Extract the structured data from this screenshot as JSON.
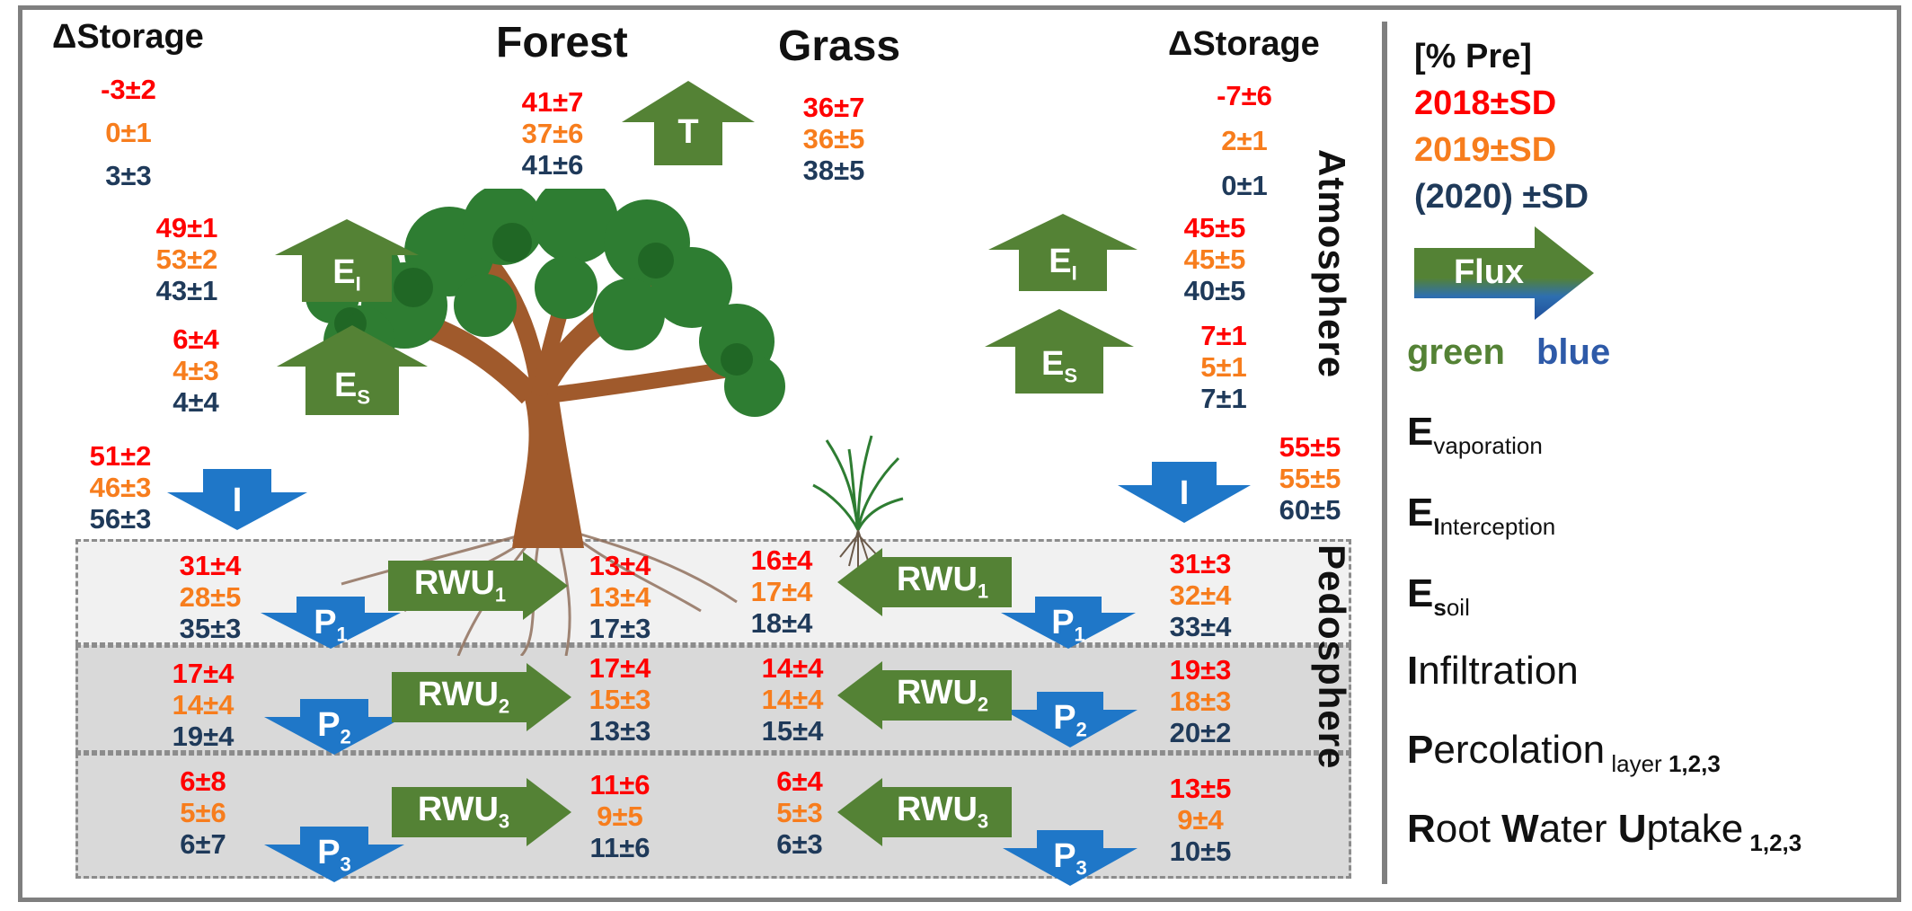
{
  "headers": {
    "storage_left": "ΔStorage",
    "forest": "Forest",
    "grass": "Grass",
    "storage_right": "ΔStorage",
    "atmosphere": "Atmosphere",
    "pedosphere": "Pedosphere"
  },
  "colors": {
    "y2018": "#ff0000",
    "y2019": "#f77d1d",
    "y2020": "#1f3a5a",
    "green": "#548235",
    "blue": "#1f77c8",
    "gray": "#7f7f7f"
  },
  "storage_left": [
    "-3±2",
    "0±1",
    "3±3"
  ],
  "storage_right": [
    "-7±6",
    "2±1",
    "0±1"
  ],
  "t_forest": [
    "41±7",
    "37±6",
    "41±6"
  ],
  "t_grass": [
    "36±7",
    "36±5",
    "38±5"
  ],
  "ei_forest": [
    "49±1",
    "53±2",
    "43±1"
  ],
  "ei_grass": [
    "45±5",
    "45±5",
    "40±5"
  ],
  "es_forest": [
    "6±4",
    "4±3",
    "4±4"
  ],
  "es_grass": [
    "7±1",
    "5±1",
    "7±1"
  ],
  "i_forest": [
    "51±2",
    "46±3",
    "56±3"
  ],
  "i_grass": [
    "55±5",
    "55±5",
    "60±5"
  ],
  "p1_forest": [
    "31±4",
    "28±5",
    "35±3"
  ],
  "p2_forest": [
    "17±4",
    "14±4",
    "19±4"
  ],
  "p3_forest": [
    "6±8",
    "5±6",
    "6±7"
  ],
  "rwu1_forest": [
    "13±4",
    "13±4",
    "17±3"
  ],
  "rwu2_forest": [
    "17±4",
    "15±3",
    "13±3"
  ],
  "rwu3_forest": [
    "11±6",
    "9±5",
    "11±6"
  ],
  "rwu1_grass": [
    "16±4",
    "17±4",
    "18±4"
  ],
  "rwu2_grass": [
    "14±4",
    "14±4",
    "15±4"
  ],
  "rwu3_grass": [
    "6±4",
    "5±3",
    "6±3"
  ],
  "p1_grass": [
    "31±3",
    "32±4",
    "33±4"
  ],
  "p2_grass": [
    "19±3",
    "18±3",
    "20±2"
  ],
  "p3_grass": [
    "13±5",
    "9±4",
    "10±5"
  ],
  "arrow_labels": {
    "t": "T",
    "e": "E",
    "ei_sub": "I",
    "es_sub": "S",
    "i": "I",
    "p": "P",
    "rwu": "RWU",
    "sub1": "1",
    "sub2": "2",
    "sub3": "3",
    "flux": "Flux"
  },
  "legend": {
    "unit": "[% Pre]",
    "y2018": "2018±SD",
    "y2019": "2019±SD",
    "y2020": "(2020) ±SD",
    "flux": "Flux",
    "green_label": "green",
    "blue_label": "blue",
    "definitions": [
      {
        "bold": "E",
        "rest": "vaporation",
        "sub": true
      },
      {
        "bold": "E",
        "bold2": "I",
        "rest": "nterception",
        "sub": true
      },
      {
        "bold": "E",
        "bold2": "s",
        "rest": "oil",
        "sub": true
      },
      {
        "bold": "I",
        "rest": "nfiltration"
      },
      {
        "bold": "P",
        "rest": "ercolation",
        "suffix": " layer ",
        "nums": "1,2,3"
      },
      {
        "bold": "R",
        "rest": "oot ",
        "bold_w": "W",
        "rest2": "ater ",
        "bold_u": "U",
        "rest3": "ptake",
        "nums": "1,2,3"
      }
    ]
  }
}
